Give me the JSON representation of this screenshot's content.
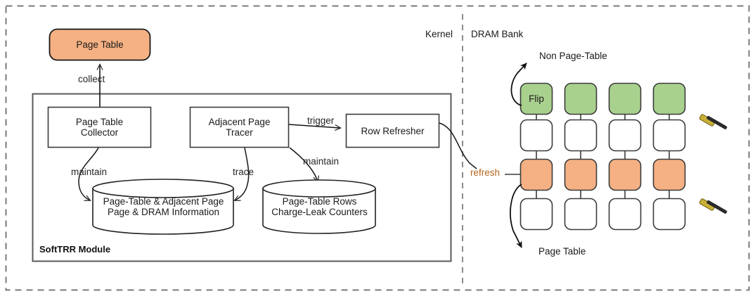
{
  "figure": {
    "title": "SoftTRR architecture diagram",
    "zones": {
      "kernel_label": "Kernel",
      "dram_label": "DRAM Bank",
      "module_label": "SoftTRR Module"
    },
    "colors": {
      "page_table_fill": "#f5b183",
      "page_table_stroke": "#1a1a1a",
      "flip_fill": "#a9d18e",
      "flip_stroke": "#3b3b3b",
      "empty_fill": "#ffffff",
      "empty_stroke": "#3b3b3b",
      "orange_row_fill": "#f5b183",
      "box_stroke": "#4a4a4a",
      "outer_dash_stroke": "#7a7a7a",
      "divider_stroke": "#8c8c8c",
      "refresh_text": "#b5651d",
      "hammer_head": "#c9b037",
      "hammer_handle": "#262626"
    }
  },
  "nodes": {
    "page_table": {
      "label": "Page Table",
      "shape": "rounded-rect"
    },
    "page_table_collector": {
      "line1": "Page Table",
      "line2": "Collector",
      "shape": "rect"
    },
    "adjacent_page_tracer": {
      "line1": "Adjacent Page",
      "line2": "Tracer",
      "shape": "rect"
    },
    "row_refresher": {
      "label": "Row Refresher",
      "shape": "rect"
    },
    "db_left": {
      "line1": "Page-Table & Adjacent Page",
      "line2": "Page & DRAM Information",
      "shape": "cylinder"
    },
    "db_right": {
      "line1": "Page-Table Rows",
      "line2": "Charge-Leak Counters",
      "shape": "cylinder"
    }
  },
  "edges": [
    {
      "name": "collect",
      "label": "collect",
      "from": "page_table_collector",
      "to": "page_table",
      "color": "#262626"
    },
    {
      "name": "maintain-left",
      "label": "maintain",
      "from": "page_table_collector",
      "to": "db_left",
      "color": "#262626"
    },
    {
      "name": "trace",
      "label": "trace",
      "from": "adjacent_page_tracer",
      "to": "db_left",
      "color": "#262626"
    },
    {
      "name": "maintain-right",
      "label": "maintain",
      "from": "adjacent_page_tracer",
      "to": "db_right",
      "color": "#262626"
    },
    {
      "name": "trigger",
      "label": "trigger",
      "from": "adjacent_page_tracer",
      "to": "row_refresher",
      "color": "#262626"
    },
    {
      "name": "refresh",
      "label": "refresh",
      "from": "row_refresher",
      "to": "dram_orange_row",
      "color": "#b5651d"
    }
  ],
  "dram": {
    "annotations": {
      "non_page_table": "Non Page-Table",
      "page_table": "Page Table"
    },
    "flip_cell_label": "Flip",
    "rows": [
      {
        "name": "row-green",
        "fill": "green",
        "cells": [
          "Flip",
          "",
          "",
          ""
        ]
      },
      {
        "name": "row-white-1",
        "fill": "white",
        "cells": [
          "",
          "",
          "",
          ""
        ]
      },
      {
        "name": "row-orange",
        "fill": "orange",
        "cells": [
          "",
          "",
          "",
          ""
        ]
      },
      {
        "name": "row-white-2",
        "fill": "white",
        "cells": [
          "",
          "",
          "",
          ""
        ]
      }
    ],
    "hammers": [
      {
        "name": "hammer-icon-top",
        "target_row": "row-white-1"
      },
      {
        "name": "hammer-icon-bottom",
        "target_row": "row-white-2"
      }
    ]
  }
}
